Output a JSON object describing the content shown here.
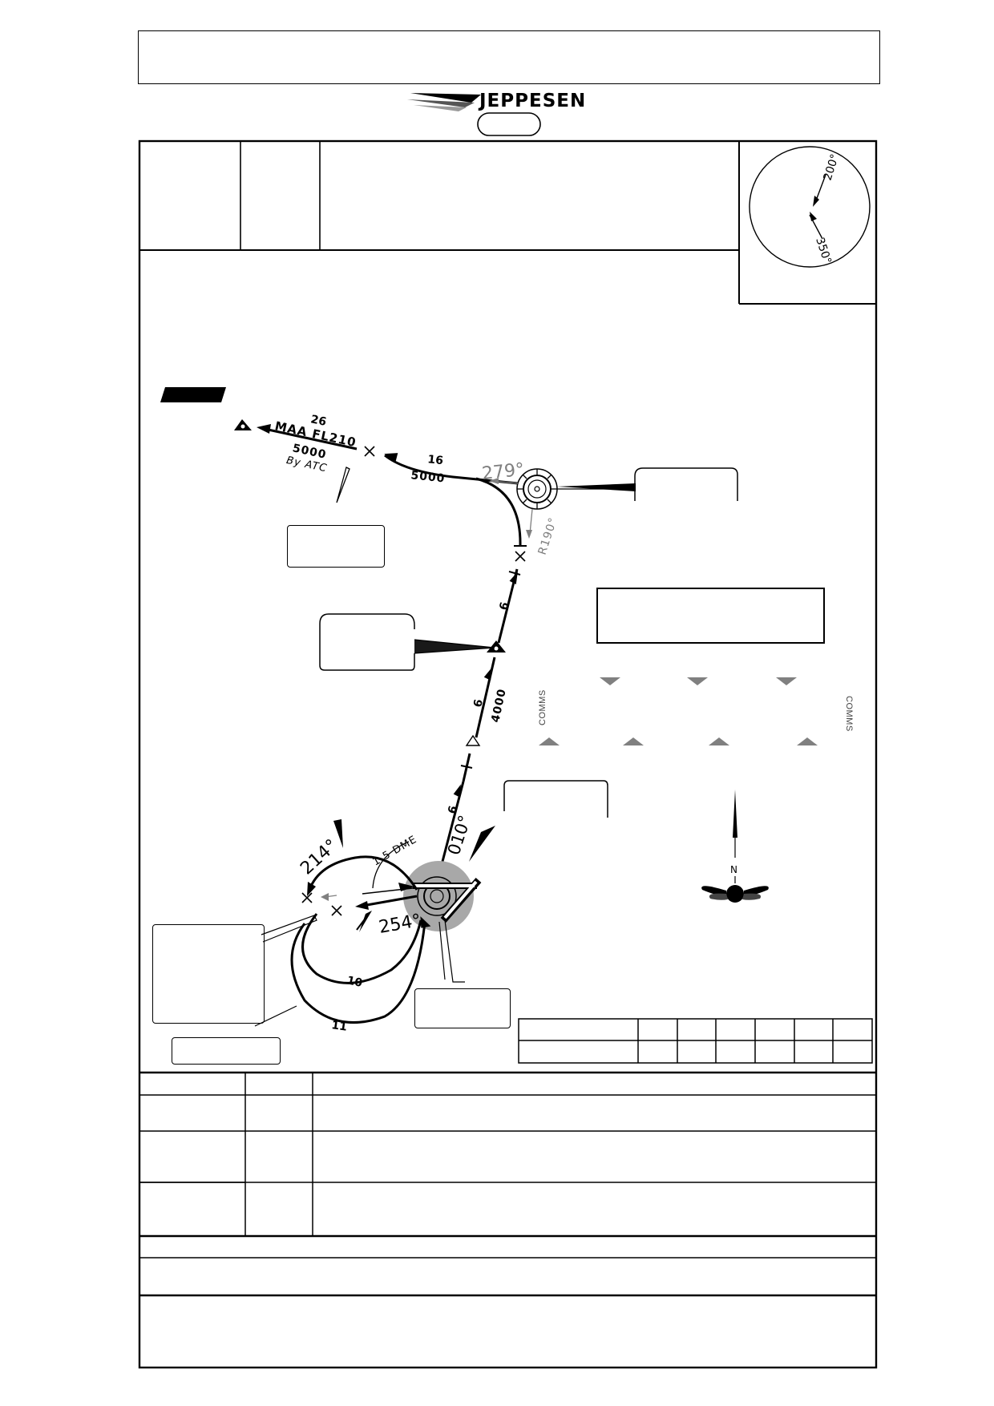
{
  "header": {
    "brand": "JEPPESEN"
  },
  "route": {
    "segments": [
      {
        "distance": "26",
        "altitude": "MAA FL210"
      },
      {
        "distance": "16",
        "altitude": "5000"
      },
      {
        "distance": "6",
        "altitude": ""
      },
      {
        "distance": "6",
        "altitude": "4000"
      },
      {
        "distance": "6",
        "altitude": ""
      }
    ],
    "first_segment_min_alt": "5000",
    "first_segment_note": "By ATC",
    "radials": {
      "outbound": "279°",
      "r190": "R190°",
      "r010": "010°",
      "r214": "214°",
      "r254": "254°"
    },
    "dme_arc": "1.5 DME",
    "holding_legs": [
      "10",
      "11"
    ]
  },
  "compass": {
    "heading_top": "200°",
    "heading_bottom": "350°"
  },
  "comms": {
    "left": "COMMS",
    "right": "COMMS"
  },
  "north": {
    "label": "N"
  },
  "colors": {
    "ink": "#000000",
    "grey": "#808080",
    "highlight": "#a8a8a8"
  }
}
